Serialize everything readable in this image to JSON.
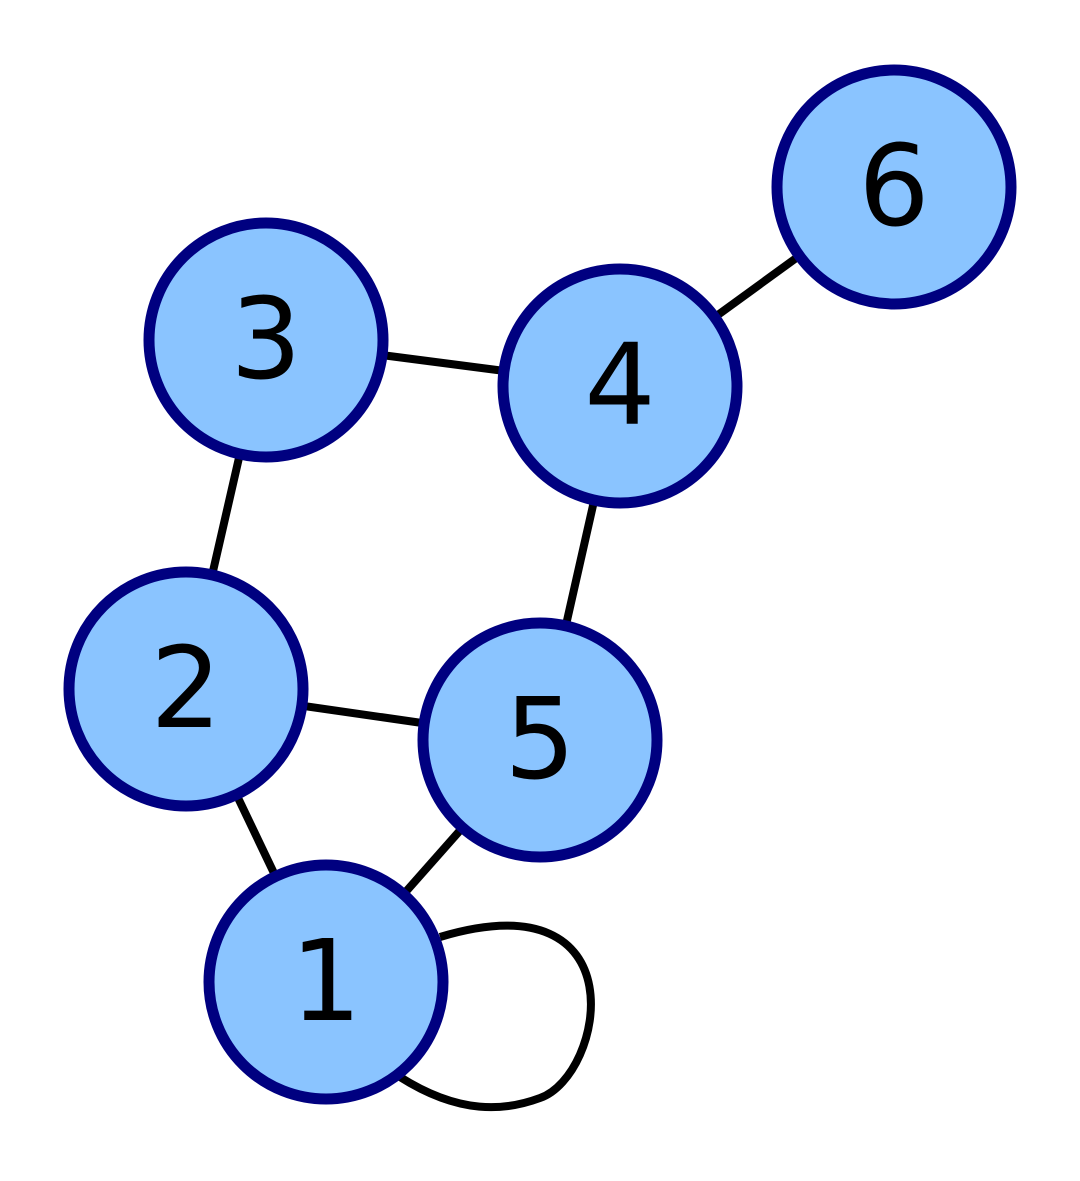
{
  "colors": {
    "node_fill": "#8ac4ff",
    "node_stroke": "#000080",
    "edge": "#000000",
    "label": "#000000",
    "background": "#ffffff"
  },
  "graph": {
    "nodes": [
      {
        "id": "1",
        "label": "1"
      },
      {
        "id": "2",
        "label": "2"
      },
      {
        "id": "3",
        "label": "3"
      },
      {
        "id": "4",
        "label": "4"
      },
      {
        "id": "5",
        "label": "5"
      },
      {
        "id": "6",
        "label": "6"
      }
    ],
    "edges": [
      {
        "source": "1",
        "target": "1"
      },
      {
        "source": "1",
        "target": "2"
      },
      {
        "source": "1",
        "target": "5"
      },
      {
        "source": "2",
        "target": "3"
      },
      {
        "source": "2",
        "target": "5"
      },
      {
        "source": "3",
        "target": "4"
      },
      {
        "source": "4",
        "target": "5"
      },
      {
        "source": "4",
        "target": "6"
      }
    ]
  }
}
